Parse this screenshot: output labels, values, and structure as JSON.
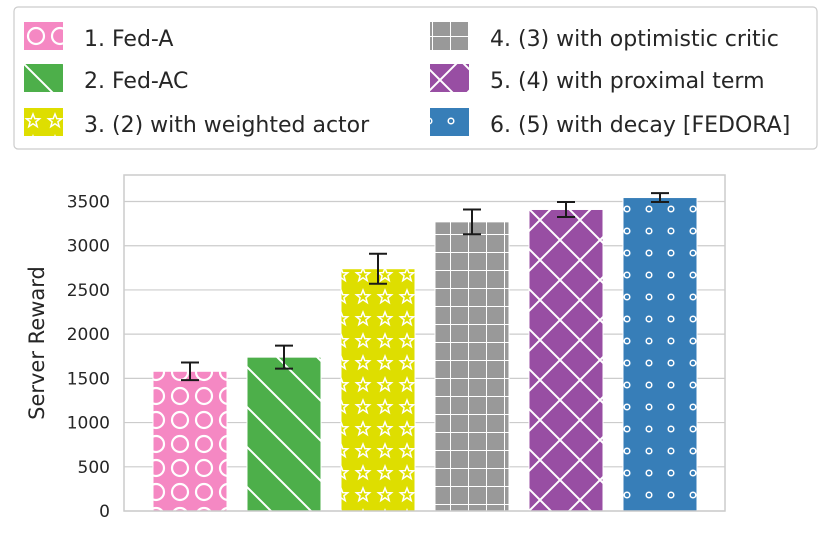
{
  "chart_data": {
    "type": "bar",
    "title": "",
    "xlabel": "",
    "ylabel": "Server Reward",
    "ylim": [
      0,
      3800
    ],
    "yticks": [
      0,
      500,
      1000,
      1500,
      2000,
      2500,
      3000,
      3500
    ],
    "grid": true,
    "legend_position": "top, two columns",
    "categories": [
      "1. Fed-A",
      "2. Fed-AC",
      "3. (2) with weighted actor",
      "4. (3) with optimistic critic",
      "5. (4) with proximal term",
      "6. (5) with decay [FEDORA]"
    ],
    "values": [
      1580,
      1740,
      2740,
      3270,
      3410,
      3545
    ],
    "error": [
      100,
      130,
      170,
      140,
      85,
      50
    ],
    "colors": [
      "#f588c3",
      "#4daf4a",
      "#dede00",
      "#999999",
      "#984ea3",
      "#377eb8"
    ],
    "hatches": [
      "circles",
      "diagonal-lines",
      "stars",
      "grid",
      "crosshatch",
      "dots"
    ]
  }
}
